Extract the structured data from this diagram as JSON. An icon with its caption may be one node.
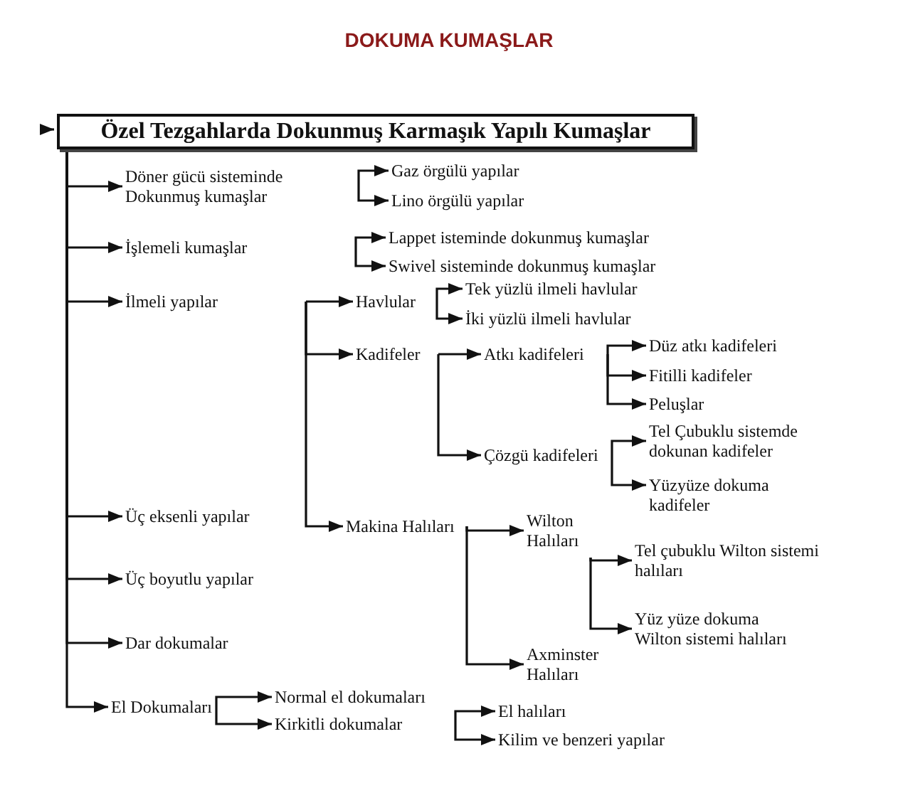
{
  "diagram": {
    "title": "DOKUMA KUMAŞLAR",
    "nodes": [
      {
        "text": [
          "Özel Tezgahlarda Dokunmuş Karmaşık Yapılı Kumaşlar"
        ]
      },
      {
        "text": [
          "Döner gücü sisteminde Dokunmuş kumaşlar"
        ]
      },
      {
        "text": [
          "Gaz örgülü yapılar"
        ]
      },
      {
        "text": [
          "Lino örgülü yapılar"
        ]
      },
      {
        "text": [
          "İşlemeli kumaşlar"
        ]
      },
      {
        "text": [
          "Lappet isteminde dokunmuş kumaşlar"
        ]
      },
      {
        "text": [
          "Swivel sisteminde dokunmuş kumaşlar"
        ]
      },
      {
        "text": [
          "İlmeli yapılar"
        ]
      },
      {
        "text": [
          "Havlular"
        ]
      },
      {
        "text": [
          "Tek yüzlü ilmeli havlular"
        ]
      },
      {
        "text": [
          "İki yüzlü ilmeli havlular"
        ]
      },
      {
        "text": [
          "Kadifeler"
        ]
      },
      {
        "text": [
          "Atkı kadifeleri"
        ]
      },
      {
        "text": [
          "Düz atkı kadifeleri"
        ]
      },
      {
        "text": [
          "Fitilli kadifeler"
        ]
      },
      {
        "text": [
          "Peluşlar"
        ]
      },
      {
        "text": [
          "Çözgü kadifeleri"
        ]
      },
      {
        "text": [
          "Tel Çubuklu sistemde dokunan kadifeler"
        ]
      },
      {
        "text": [
          "Yüzyüze dokuma kadifeler"
        ]
      },
      {
        "text": [
          "Üç eksenli yapılar"
        ]
      },
      {
        "text": [
          "Makina Halıları"
        ]
      },
      {
        "text": [
          "Wilton Halıları"
        ]
      },
      {
        "text": [
          "Tel çubuklu Wilton sistemi halıları"
        ]
      },
      {
        "text": [
          "Yüz yüze dokuma Wilton sistemi halıları"
        ]
      },
      {
        "text": [
          "Üç boyutlu yapılar"
        ]
      },
      {
        "text": [
          "Axminster Halıları"
        ]
      },
      {
        "text": [
          "Dar dokumalar"
        ]
      },
      {
        "text": [
          "El Dokumaları"
        ]
      },
      {
        "text": [
          "Normal el dokumaları"
        ]
      },
      {
        "text": [
          "Kirkitli dokumalar"
        ]
      },
      {
        "text": [
          "El halıları"
        ]
      },
      {
        "text": [
          "Kilim ve benzeri yapılar"
        ]
      }
    ],
    "edges": [
      {
        "from": null,
        "to": 0,
        "arrow": "to"
      },
      {
        "from": 0,
        "to": 1,
        "arrow": "to"
      },
      {
        "from": 0,
        "to": 4,
        "arrow": "to"
      },
      {
        "from": 0,
        "to": 7,
        "arrow": "to"
      },
      {
        "from": 0,
        "to": 19,
        "arrow": "to"
      },
      {
        "from": 0,
        "to": 24,
        "arrow": "to"
      },
      {
        "from": 0,
        "to": 26,
        "arrow": "to"
      },
      {
        "from": 0,
        "to": 27,
        "arrow": "to"
      },
      {
        "from": null,
        "to": 2,
        "arrow": "to"
      },
      {
        "from": null,
        "to": 3,
        "arrow": "to"
      },
      {
        "from": null,
        "to": 5,
        "arrow": "to"
      },
      {
        "from": null,
        "to": 6,
        "arrow": "to"
      },
      {
        "from": null,
        "to": 8,
        "arrow": "to"
      },
      {
        "from": null,
        "to": 11,
        "arrow": "to"
      },
      {
        "from": null,
        "to": 20,
        "arrow": "to"
      },
      {
        "from": 8,
        "to": 9,
        "arrow": "to"
      },
      {
        "from": 8,
        "to": 10,
        "arrow": "to"
      },
      {
        "from": 11,
        "to": 12,
        "arrow": "to"
      },
      {
        "from": 11,
        "to": 16,
        "arrow": "to"
      },
      {
        "from": 12,
        "to": 13,
        "arrow": "to"
      },
      {
        "from": 12,
        "to": 14,
        "arrow": "to"
      },
      {
        "from": 12,
        "to": 15,
        "arrow": "to"
      },
      {
        "from": 16,
        "to": 17,
        "arrow": "to"
      },
      {
        "from": 16,
        "to": 18,
        "arrow": "to"
      },
      {
        "from": 20,
        "to": 21,
        "arrow": "to"
      },
      {
        "from": 20,
        "to": 25,
        "arrow": "to"
      },
      {
        "from": 21,
        "to": 22,
        "arrow": "to"
      },
      {
        "from": 21,
        "to": 23,
        "arrow": "to"
      },
      {
        "from": 27,
        "to": 28,
        "arrow": "to"
      },
      {
        "from": 27,
        "to": 29,
        "arrow": "to"
      },
      {
        "from": null,
        "to": 30,
        "arrow": "to"
      },
      {
        "from": null,
        "to": 31,
        "arrow": "to"
      }
    ]
  }
}
